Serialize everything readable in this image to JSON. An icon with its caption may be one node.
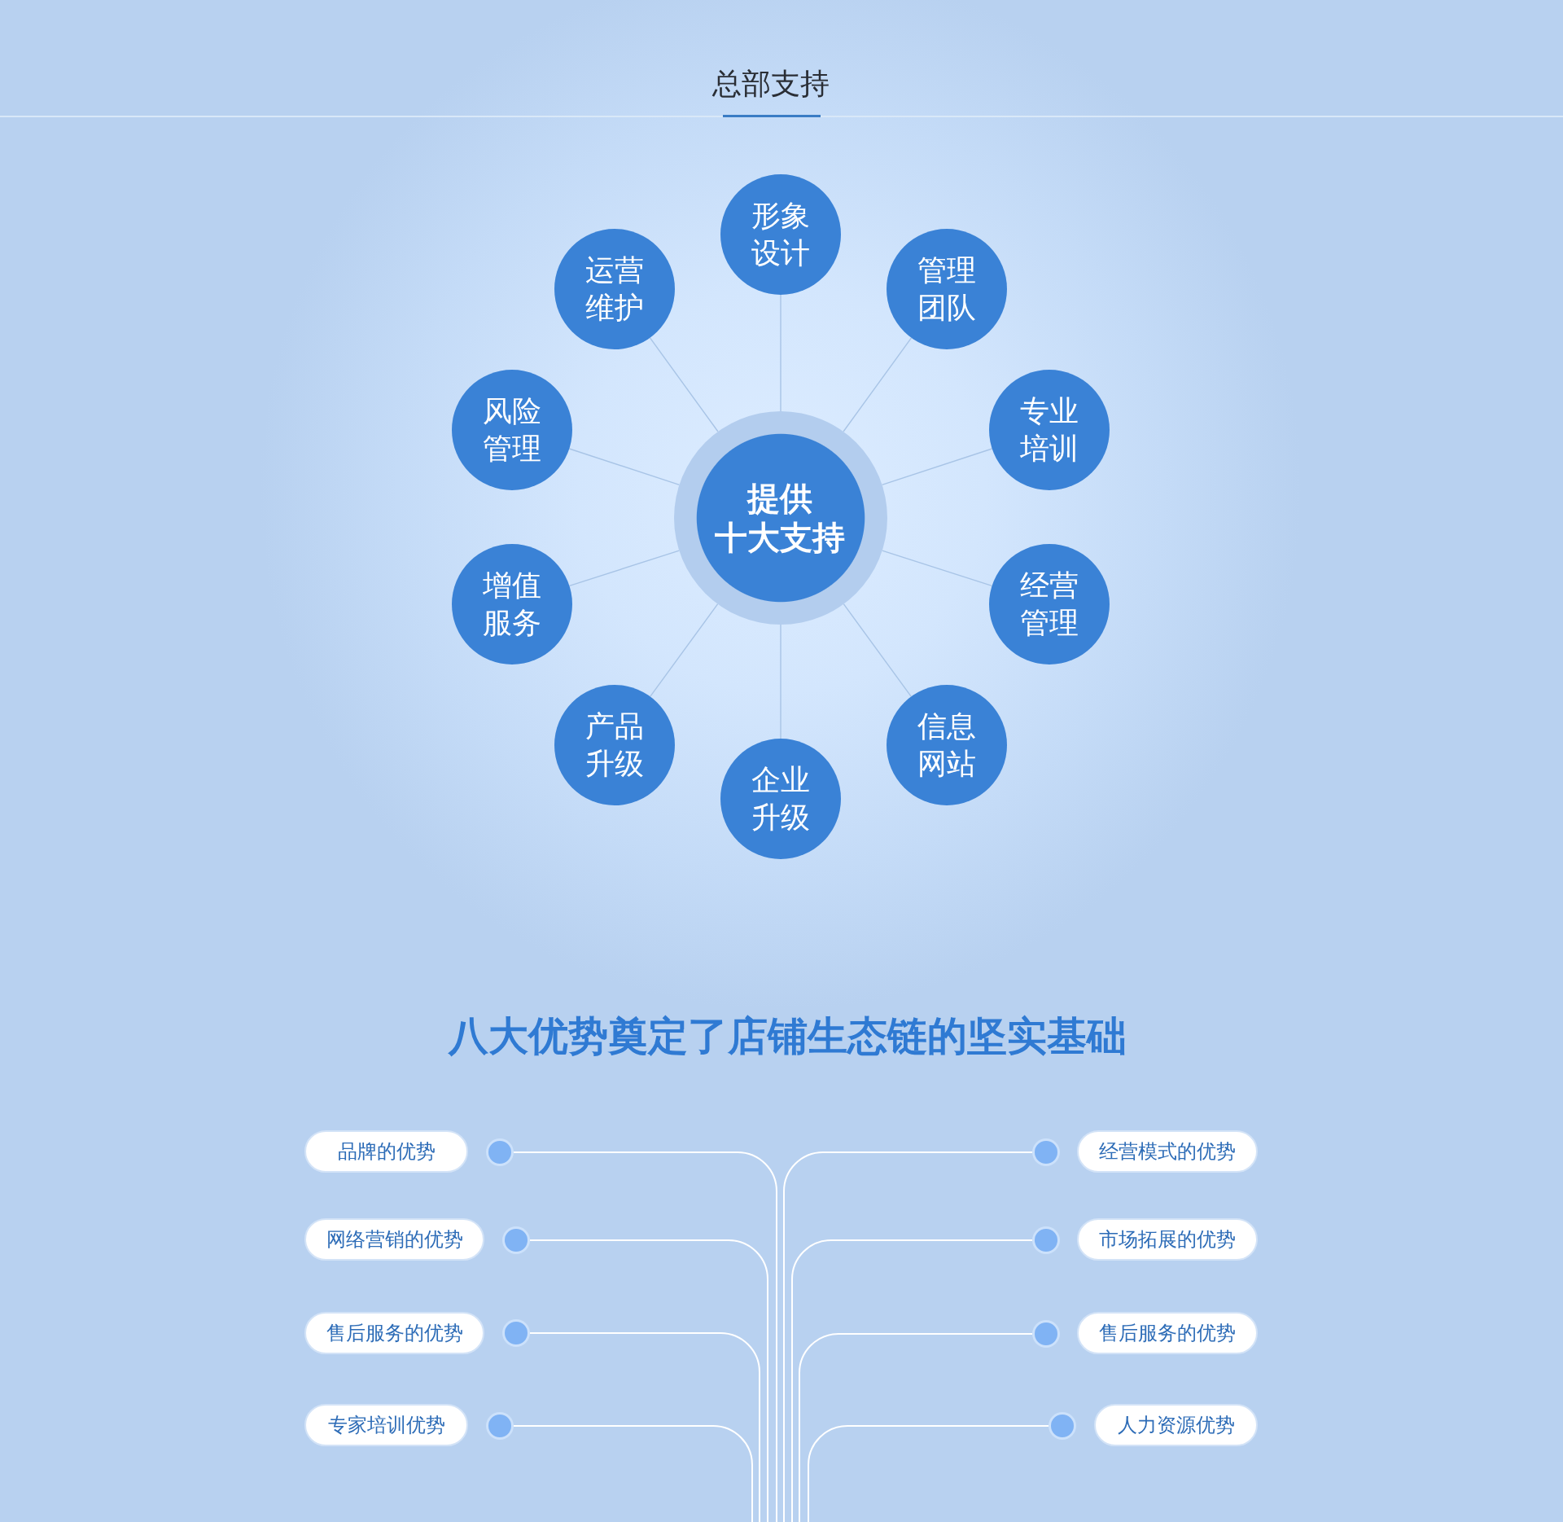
{
  "diagram": {
    "title": "总部支持",
    "nodes": [
      {
        "text": [
          "提供十大支持"
        ]
      },
      {
        "text": [
          "形象设计"
        ]
      },
      {
        "text": [
          "管理团队"
        ]
      },
      {
        "text": [
          "专业培训"
        ]
      },
      {
        "text": [
          "经营管理"
        ]
      },
      {
        "text": [
          "信息网站"
        ]
      },
      {
        "text": [
          "企业升级"
        ]
      },
      {
        "text": [
          "产品升级"
        ]
      },
      {
        "text": [
          "增值服务"
        ]
      },
      {
        "text": [
          "风险管理"
        ]
      },
      {
        "text": [
          "运营维护"
        ]
      },
      {
        "text": [
          "品牌的优势"
        ]
      },
      {
        "text": [],
        "shape": "circle"
      },
      {
        "text": [],
        "shape": "circle"
      },
      {
        "text": [
          "经营模式的优势"
        ]
      },
      {
        "text": [
          "网络营销的优势"
        ]
      },
      {
        "text": [],
        "shape": "circle"
      },
      {
        "text": [],
        "shape": "circle"
      },
      {
        "text": [
          "市场拓展的优势"
        ]
      },
      {
        "text": [
          "售后服务的优势"
        ]
      },
      {
        "text": [],
        "shape": "circle"
      },
      {
        "text": [],
        "shape": "circle"
      },
      {
        "text": [
          "售后服务的优势"
        ]
      },
      {
        "text": [
          "专家培训优势"
        ]
      },
      {
        "text": [],
        "shape": "circle"
      },
      {
        "text": [],
        "shape": "circle"
      },
      {
        "text": [
          "人力资源优势"
        ]
      }
    ],
    "edges": [
      {
        "from": 0,
        "to": 1,
        "arrow": "none"
      },
      {
        "from": 0,
        "to": 2,
        "arrow": "none"
      },
      {
        "from": 0,
        "to": 3,
        "arrow": "none"
      },
      {
        "from": 0,
        "to": 4,
        "arrow": "none"
      },
      {
        "from": 0,
        "to": 5,
        "arrow": "none"
      },
      {
        "from": 0,
        "to": 6,
        "arrow": "none"
      },
      {
        "from": 0,
        "to": 7,
        "arrow": "none"
      },
      {
        "from": 0,
        "to": 8,
        "arrow": "none"
      },
      {
        "from": 0,
        "to": 9,
        "arrow": "none"
      },
      {
        "from": 0,
        "to": 10,
        "arrow": "none"
      },
      {
        "from": 12,
        "to": null,
        "arrow": "none",
        "color": "#ffffff"
      },
      {
        "from": 13,
        "to": null,
        "arrow": "none",
        "color": "#ffffff"
      },
      {
        "from": 16,
        "to": null,
        "arrow": "none",
        "color": "#ffffff"
      },
      {
        "from": 17,
        "to": null,
        "arrow": "none",
        "color": "#ffffff"
      },
      {
        "from": 20,
        "to": null,
        "arrow": "none",
        "color": "#ffffff"
      },
      {
        "from": 21,
        "to": null,
        "arrow": "none",
        "color": "#ffffff"
      },
      {
        "from": 24,
        "to": null,
        "arrow": "none",
        "color": "#ffffff"
      },
      {
        "from": 25,
        "to": null,
        "arrow": "none",
        "color": "#ffffff"
      }
    ],
    "labels": [
      "八大优势奠定了店铺生态链的坚实基础"
    ]
  }
}
